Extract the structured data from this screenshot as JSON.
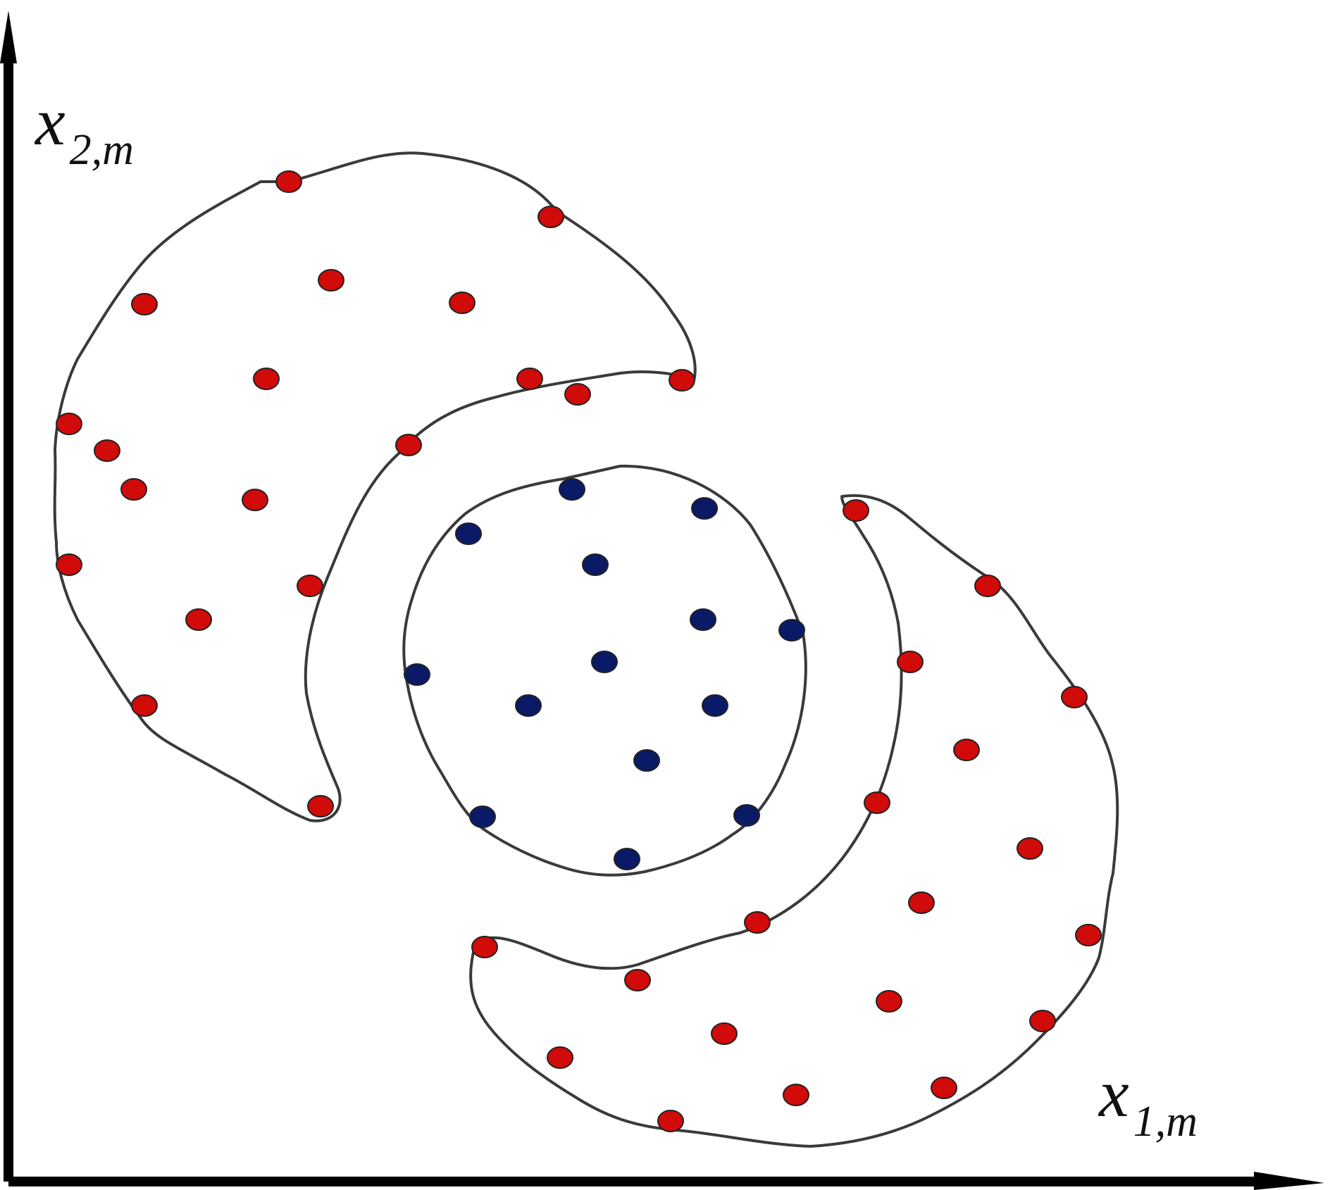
{
  "axes": {
    "x": {
      "label": "x",
      "subscript": "1,m"
    },
    "y": {
      "label": "x",
      "subscript": "2,m"
    }
  },
  "colors": {
    "class_outer": "#d10a0a",
    "class_inner": "#0b1a66",
    "boundary": "#3a3a3a",
    "axis": "#000000"
  },
  "regions": [
    {
      "name": "upper-left-crescent",
      "class": "class_outer",
      "point_count": 19
    },
    {
      "name": "center-disk",
      "class": "class_inner",
      "point_count": 14
    },
    {
      "name": "lower-right-crescent",
      "class": "class_outer",
      "point_count": 19
    }
  ]
}
